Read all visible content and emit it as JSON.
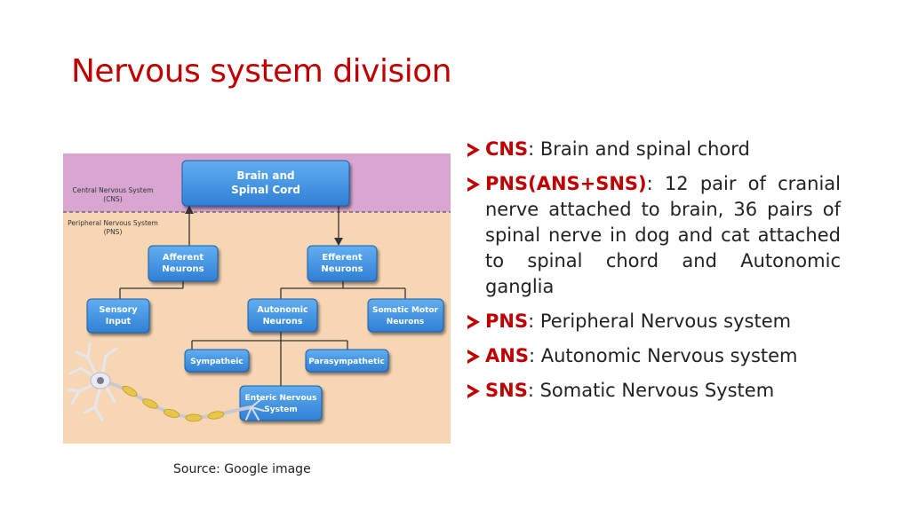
{
  "slide": {
    "title": "Nervous system division",
    "caption": "Source: Google image"
  },
  "diagram": {
    "side_labels": {
      "cns_line1": "Central Nervous System",
      "cns_line2": "(CNS)",
      "pns_line1": "Peripheral Nervous System",
      "pns_line2": "(PNS)"
    },
    "boxes": {
      "brain_line1": "Brain and",
      "brain_line2": "Spinal Cord",
      "afferent_line1": "Afferent",
      "afferent_line2": "Neurons",
      "efferent_line1": "Efferent",
      "efferent_line2": "Neurons",
      "sensory_line1": "Sensory",
      "sensory_line2": "Input",
      "autonomic_line1": "Autonomic",
      "autonomic_line2": "Neurons",
      "somatic_line1": "Somatic Motor",
      "somatic_line2": "Neurons",
      "sympathetic": "Sympatheic",
      "parasympathetic": "Parasympathetic",
      "enteric_line1": "Enteric Nervous",
      "enteric_line2": "System"
    },
    "colors": {
      "cns_band": "#d8a6d0",
      "pns_band": "#f7d6b4",
      "box_fill": "#3b8fe0",
      "connector": "#333333"
    }
  },
  "bullets": [
    {
      "term": "CNS",
      "text": ": Brain and spinal chord"
    },
    {
      "term": "PNS(ANS+SNS)",
      "text": ":   12   pair   of cranial nerve attached to brain, 36 pairs of spinal nerve in dog and cat attached to spinal chord and Autonomic ganglia"
    },
    {
      "term": "PNS",
      "text": ": Peripheral Nervous system"
    },
    {
      "term": "ANS",
      "text": ":   Autonomic   Nervous system"
    },
    {
      "term": "SNS",
      "text": ": Somatic Nervous System"
    }
  ],
  "accent_color": "#c00000"
}
